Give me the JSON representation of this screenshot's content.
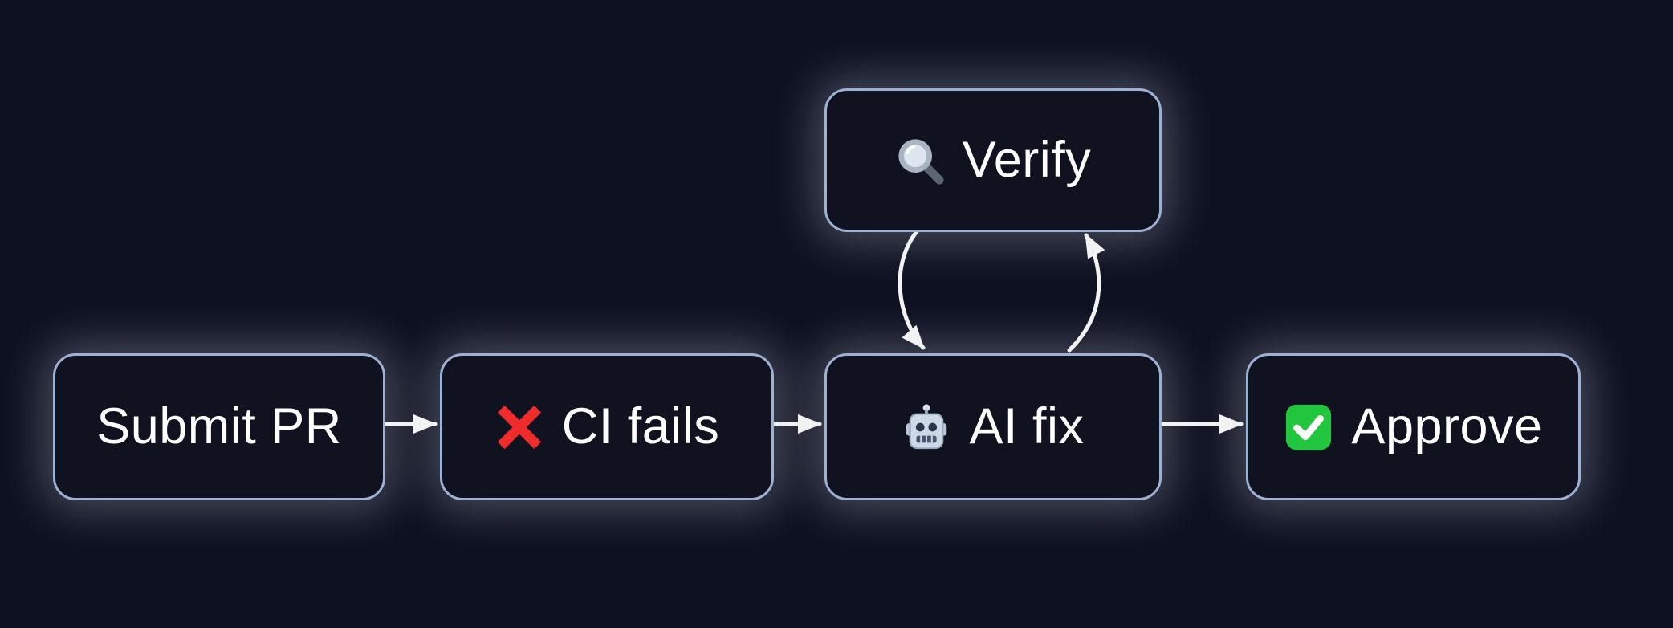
{
  "theme": {
    "background": "#0e1122",
    "node_fill": "#10121f",
    "node_border": "#9db1d4",
    "node_text": "#ffffff",
    "edge_color": "#f2f2f2",
    "cross_red": "#ee2c2c",
    "check_green": "#21c63e",
    "robot_body": "#cdd9e6",
    "magnifier_rim": "#aab4c2",
    "magnifier_handle": "#5c6573"
  },
  "nodes": {
    "verify": {
      "label": "Verify",
      "icon": "magnifier-icon"
    },
    "submit": {
      "label": "Submit PR",
      "icon": ""
    },
    "ci": {
      "label": "CI fails",
      "icon": "cross-mark-icon"
    },
    "aifix": {
      "label": "AI fix",
      "icon": "robot-icon"
    },
    "approve": {
      "label": "Approve",
      "icon": "check-mark-icon"
    }
  },
  "edges": [
    {
      "from": "Submit PR",
      "to": "CI fails"
    },
    {
      "from": "CI fails",
      "to": "AI fix"
    },
    {
      "from": "AI fix",
      "to": "Approve"
    },
    {
      "from": "Verify",
      "to": "AI fix"
    },
    {
      "from": "AI fix",
      "to": "Verify"
    }
  ]
}
